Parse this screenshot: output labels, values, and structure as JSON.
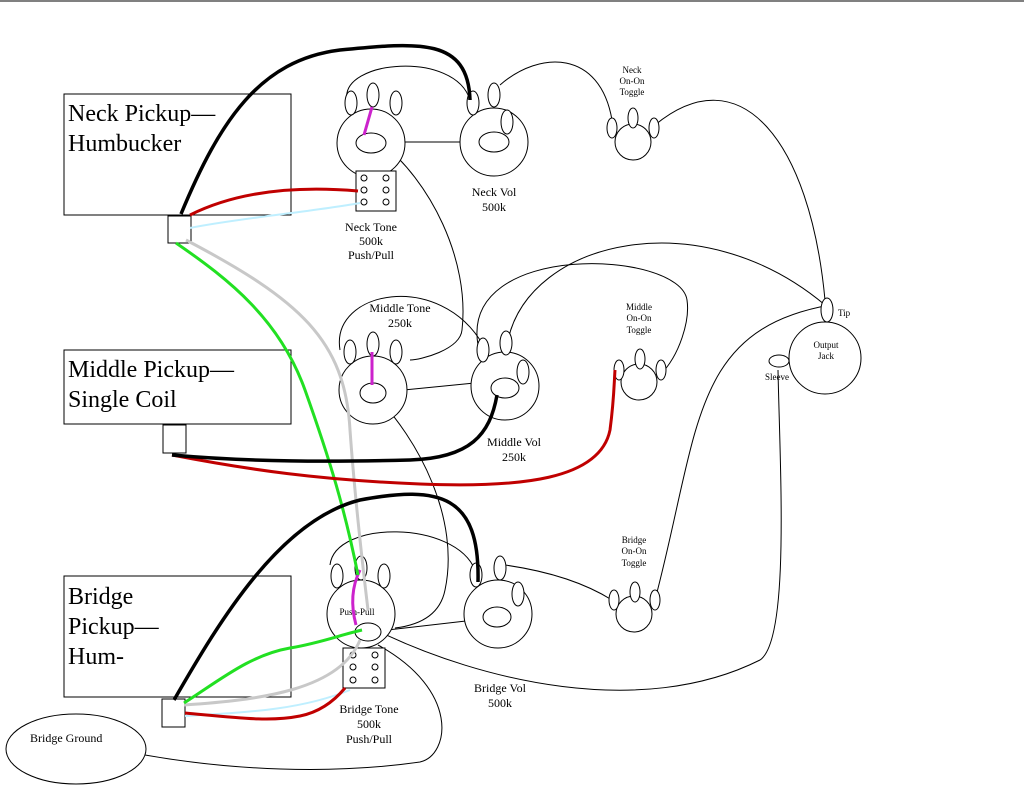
{
  "pickups": {
    "neck": {
      "line1": "Neck Pickup—",
      "line2": "Humbucker"
    },
    "middle": {
      "line1": "Middle Pickup—",
      "line2": "Single Coil"
    },
    "bridge": {
      "line1": "Bridge",
      "line2": "Pickup—",
      "line3": "Hum-"
    }
  },
  "pots": {
    "neck_tone": {
      "line1": "Neck Tone",
      "line2": "500k",
      "line3": "Push/Pull"
    },
    "neck_vol": {
      "line1": "Neck Vol",
      "line2": "500k"
    },
    "middle_tone": {
      "line1": "Middle Tone",
      "line2": "250k"
    },
    "middle_vol": {
      "line1": "Middle Vol",
      "line2": "250k"
    },
    "bridge_tone": {
      "line1": "Bridge Tone",
      "line2": "500k",
      "line3": "Push/Pull",
      "inner_label": "Push-Pull"
    },
    "bridge_vol": {
      "line1": "Bridge Vol",
      "line2": "500k"
    }
  },
  "toggles": {
    "neck": {
      "line1": "Neck",
      "line2": "On-On",
      "line3": "Toggle"
    },
    "middle": {
      "line1": "Middle",
      "line2": "On-On",
      "line3": "Toggle"
    },
    "bridge": {
      "line1": "Bridge",
      "line2": "On-On",
      "line3": "Toggle"
    }
  },
  "output_jack": {
    "line1": "Output",
    "line2": "Jack",
    "tip": "Tip",
    "sleeve": "Sleeve"
  },
  "ground": {
    "label": "Bridge Ground"
  },
  "colors": {
    "black": "#000000",
    "red": "#c00000",
    "green": "#22e022",
    "gray": "#c8c8c8",
    "lightblue": "#bfefff",
    "magenta": "#cc22cc"
  }
}
